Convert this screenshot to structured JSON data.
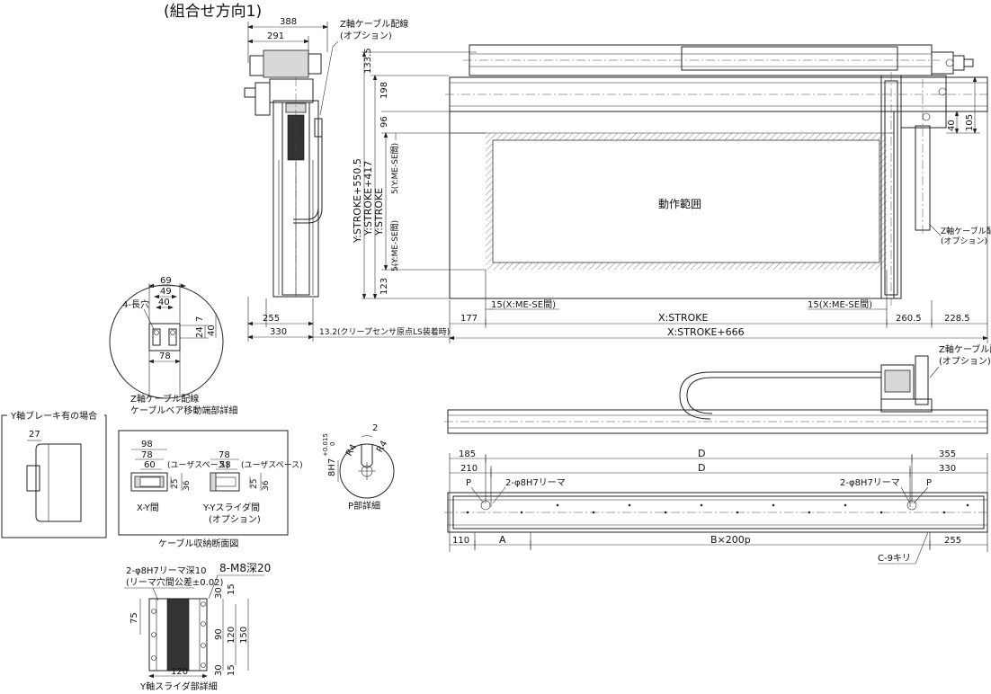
{
  "title": "(組合せ方向1)",
  "top_view": {
    "motion_range": "動作範囲",
    "z_cable_label_1": "Z軸ケーブル配線",
    "z_cable_label_2": "(オプション)",
    "z_cable_label_small_1": "Z軸ケーブル配線",
    "z_cable_label_small_2": "(オプション)",
    "dims_top": [
      "388",
      "291"
    ],
    "dims_vertical_left": [
      "Y:STROKE+550.5",
      "Y:STROKE+417",
      "Y:STROKE",
      "5(Y:ME-SE間)",
      "5(Y:ME-SE間)"
    ],
    "dims_vertical_right": [
      "133.5",
      "198",
      "96",
      "123"
    ],
    "dims_right_side": [
      "40",
      "105"
    ],
    "dims_bottom_left": [
      "255",
      "330",
      "13.2(クリープセンサ原点LS装着時)"
    ],
    "dims_bottom": [
      "15(X:ME-SE間)",
      "177",
      "15(X:ME-SE間)",
      "X:STROKE",
      "260.5",
      "228.5",
      "X:STROKE+666"
    ]
  },
  "detail_cable_end": {
    "dims": [
      "69",
      "49",
      "40",
      "7",
      "24",
      "40",
      "78"
    ],
    "hole_label": "4-長穴",
    "caption_1": "Z軸ケーブル配線",
    "caption_2": "ケーブルベア移動端部詳細"
  },
  "y_brake": {
    "title": "Y軸ブレーキ有の場合",
    "dim": "27"
  },
  "cable_section": {
    "left": {
      "dims": [
        "98",
        "78",
        "60",
        "25",
        "36"
      ],
      "user_space": "(ユーザスペース)",
      "label": "X-Y間"
    },
    "right": {
      "dims": [
        "78",
        "58",
        "25",
        "36"
      ],
      "user_space": "(ユーザスペース)",
      "label_1": "Y-Yスライダ間",
      "label_2": "(オプション)"
    },
    "caption": "ケーブル収納断面図"
  },
  "p_detail": {
    "tolerance": "8H7",
    "tol_upper": "+0.015",
    "tol_lower": "0",
    "radius_1": "R4",
    "radius_2": "R4",
    "dim": "2",
    "caption": "P部詳細"
  },
  "y_slider": {
    "callout_1": "2-φ8H7リーマ深10",
    "callout_2": "(リーマ穴間公差±0.02)",
    "callout_3": "8-M8深20",
    "dims_right": [
      "30",
      "15",
      "90",
      "120",
      "150",
      "30",
      "15"
    ],
    "dims_left": [
      "75"
    ],
    "dim_bottom": "120",
    "caption": "Y軸スライダ部詳細"
  },
  "side_view": {
    "cable_label_1": "Z軸ケーブル配線",
    "cable_label_2": "(オプション)"
  },
  "base_view": {
    "dims_top_row1": [
      "185",
      "D",
      "355"
    ],
    "dims_top_row2": [
      "210",
      "D",
      "330"
    ],
    "p_left": "P",
    "p_right": "P",
    "ream_left": "2-φ8H7リーマ",
    "ream_right": "2-φ8H7リーマ",
    "dims_bottom": [
      "110",
      "A",
      "B×200p",
      "255"
    ],
    "hole_callout": "C-9キリ"
  }
}
